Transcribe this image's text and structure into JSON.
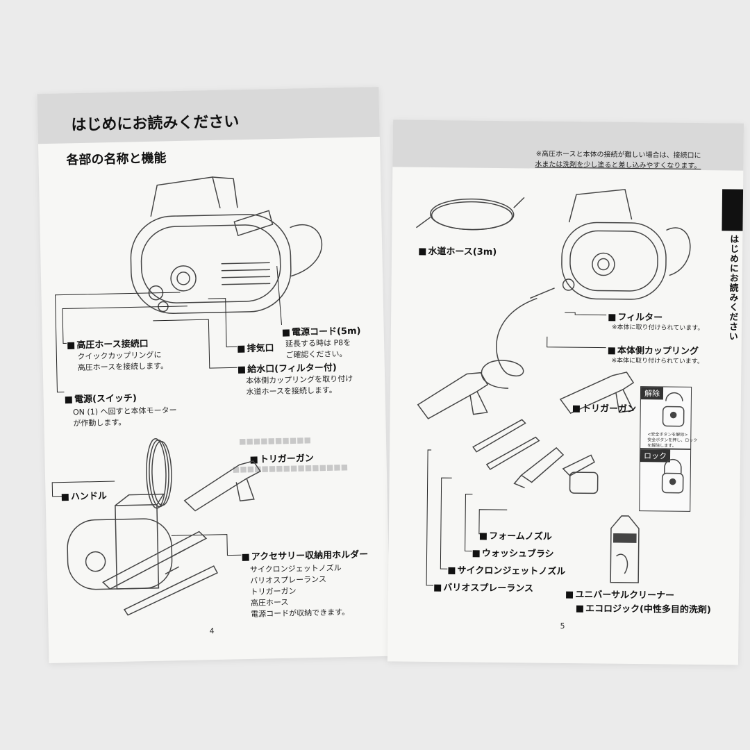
{
  "left_page": {
    "title": "はじめにお読みください",
    "subtitle": "各部の名称と機能",
    "page_number": "4",
    "labels": {
      "high_pressure_port": "高圧ホース接続口",
      "high_pressure_port_desc": "クイックカップリングに\n高圧ホースを接続します。",
      "exhaust": "排気口",
      "power_cord": "電源コード(5m)",
      "power_cord_desc": "延長する時は P8を\nご確認ください。",
      "water_inlet": "給水口(フィルター付)",
      "water_inlet_desc": "本体側カップリングを取り付け\n水道ホースを接続します。",
      "power_switch": "電源(スイッチ)",
      "power_switch_desc": "ON (1) へ回すと本体モーター\nが作動します。",
      "trigger_gun": "トリガーガン",
      "handle": "ハンドル",
      "accessory_holder": "アクセサリー収納用ホルダー",
      "accessory_holder_desc": "サイクロンジェットノズル\nバリオスプレーランス\nトリガーガン\n高圧ホース\n電源コードが収納できます。"
    }
  },
  "right_page": {
    "notice_line1": "※高圧ホースと本体の接続が難しい場合は、接続口に",
    "notice_line2": "水または洗剤を少し塗ると差し込みやすくなります。",
    "side_tab": "はじめにお読みください",
    "page_number": "5",
    "labels": {
      "water_hose": "水道ホース(3m)",
      "filter": "フィルター",
      "filter_note": "※本体に取り付けられています。",
      "coupling": "本体側カップリング",
      "coupling_note": "※本体に取り付けられています。",
      "trigger_gun": "トリガーガン",
      "unlock": "解除",
      "lock": "ロック",
      "lock_small": "<安全ボタンを解除>\n安全ボタンを押し、ロック\nを解除します。",
      "foam_nozzle": "フォームノズル",
      "wash_brush": "ウォッシュブラシ",
      "cyclone_nozzle": "サイクロンジェットノズル",
      "vario_lance": "バリオスプレーランス",
      "cleaner": "ユニバーサルクリーナー",
      "cleaner_sub": "エコロジック(中性多目的洗剤)"
    }
  }
}
